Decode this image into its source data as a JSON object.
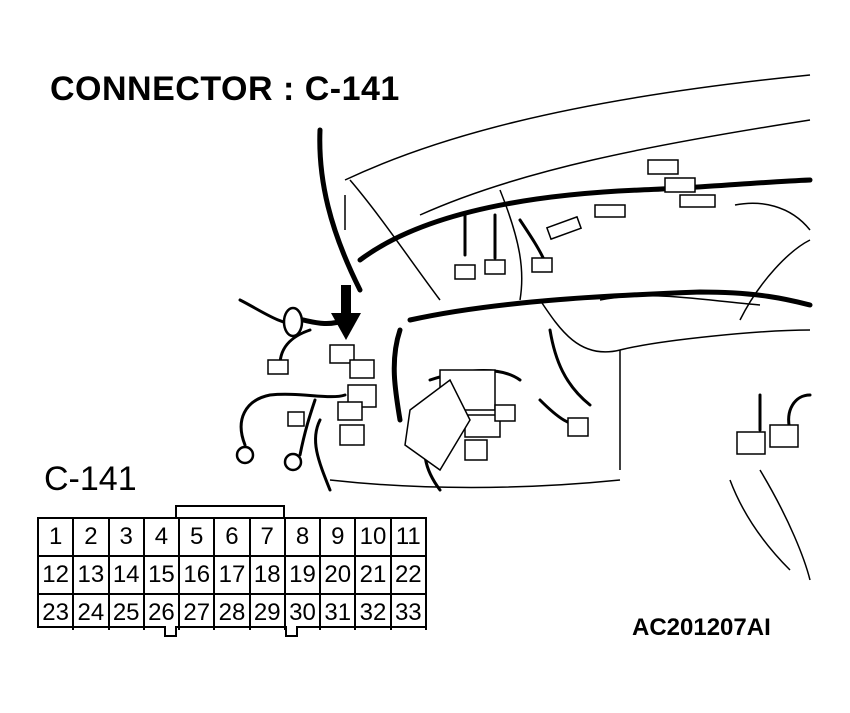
{
  "title": "CONNECTOR : C-141",
  "connector_label": "C-141",
  "reference_code": "AC201207AI",
  "pin_rows": [
    [
      "1",
      "2",
      "3",
      "4",
      "5",
      "6",
      "7",
      "8",
      "9",
      "10",
      "11"
    ],
    [
      "12",
      "13",
      "14",
      "15",
      "16",
      "17",
      "18",
      "19",
      "20",
      "21",
      "22"
    ],
    [
      "23",
      "24",
      "25",
      "26",
      "27",
      "28",
      "29",
      "30",
      "31",
      "32",
      "33"
    ]
  ]
}
